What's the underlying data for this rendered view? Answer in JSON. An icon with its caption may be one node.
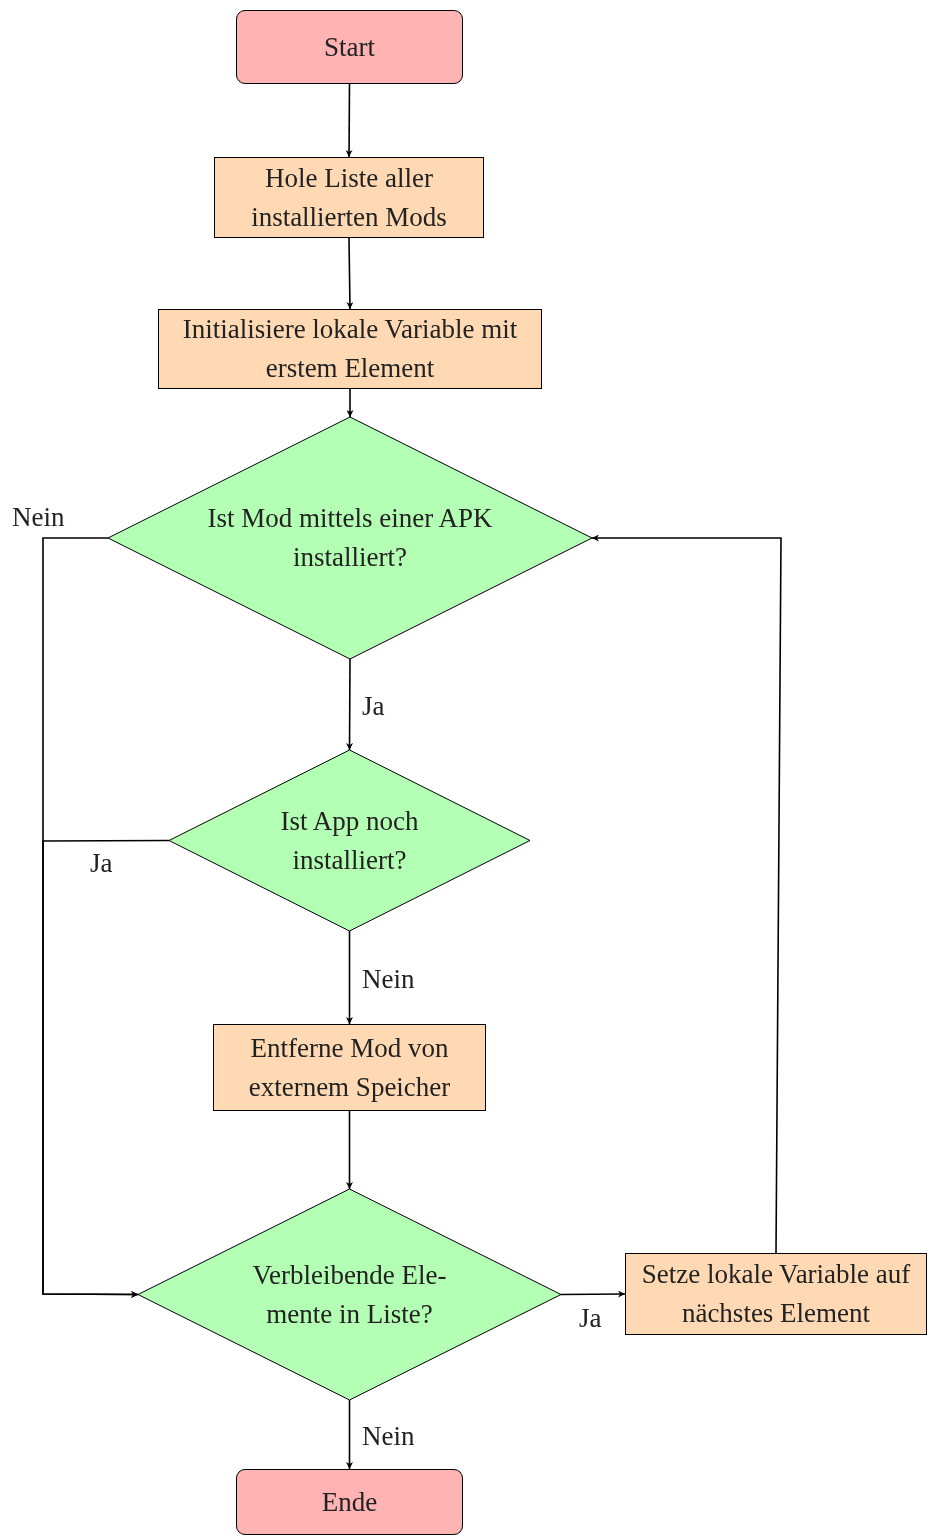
{
  "diagram": {
    "nodes": [
      {
        "text": [
          "Start"
        ]
      },
      {
        "text": [
          "Hole Liste aller installierten Mods"
        ]
      },
      {
        "text": [
          "Initialisiere lokale Variable mit erstem Element"
        ]
      },
      {
        "text": [
          "Ist Mod mittels einer APK installiert?"
        ]
      },
      {
        "text": [
          "Ist App noch installiert?"
        ]
      },
      {
        "text": [
          "Entferne Mod von externem Speicher"
        ]
      },
      {
        "text": [
          "Verbleibende Ele- mente in Liste?"
        ]
      },
      {
        "text": [
          "Setze lokale Variable auf nächstes Element"
        ]
      },
      {
        "text": [
          "Ende"
        ]
      }
    ],
    "edges": [
      {
        "from": 0,
        "to": 1,
        "arrow": "to"
      },
      {
        "from": 1,
        "to": 2,
        "arrow": "to"
      },
      {
        "from": 2,
        "to": 3,
        "arrow": "to"
      },
      {
        "from": 3,
        "to": 4,
        "label": "Ja",
        "arrow": "to"
      },
      {
        "from": 4,
        "to": 5,
        "label": "Nein",
        "arrow": "to"
      },
      {
        "from": 5,
        "to": 6,
        "arrow": "to"
      },
      {
        "from": 6,
        "to": 8,
        "label": "Nein",
        "arrow": "to"
      },
      {
        "from": 6,
        "to": 7,
        "label": "Ja",
        "arrow": "to"
      },
      {
        "from": 7,
        "to": 3,
        "arrow": "to"
      },
      {
        "from": 3,
        "to": 6,
        "label": "Nein",
        "arrow": "to"
      },
      {
        "from": 4,
        "to": 6,
        "label": "Ja",
        "arrow": "to"
      }
    ]
  }
}
